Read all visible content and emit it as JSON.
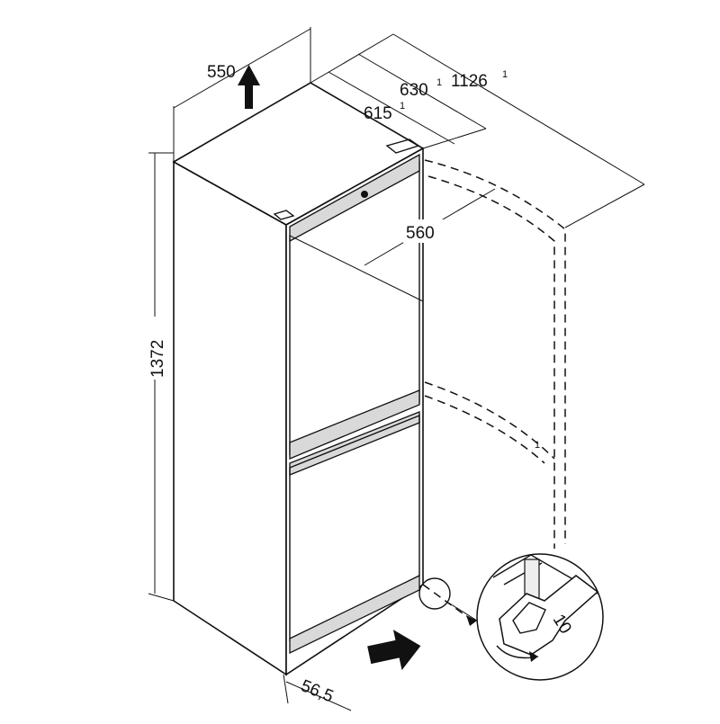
{
  "dimensions": {
    "width": "550",
    "depth_with_handle": "630",
    "depth_with_handle_sup": "1",
    "depth_door_open": "1126",
    "depth_door_open_sup": "1",
    "depth": "615",
    "depth_sup": "1",
    "door_width": "560",
    "height": "1372",
    "foot_offset": "56,5",
    "wrench_size": "10"
  },
  "detail_marker": "1",
  "colors": {
    "line": "#111111",
    "handle": "#d9d9d9",
    "background": "#ffffff"
  },
  "icons": [
    "up-arrow-icon",
    "right-arrow-icon",
    "wrench-icon",
    "rotate-arrow-icon"
  ]
}
